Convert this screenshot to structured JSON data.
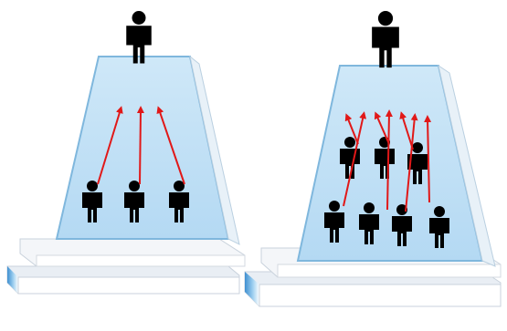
{
  "diagram": {
    "colors": {
      "panel_fill": "#bfe0f6",
      "panel_edge": "#7fb7dd",
      "base_white": "#ffffff",
      "base_shadow": "#d7dde6",
      "base_blue": "#5aa9de",
      "figure": "#000000",
      "arrow": "#e11818"
    },
    "left_pyramid": {
      "leader_count": 1,
      "member_count": 3,
      "arrow_count": 3
    },
    "right_pyramid": {
      "leader_count": 1,
      "member_count": 7,
      "arrow_count": 7
    }
  }
}
